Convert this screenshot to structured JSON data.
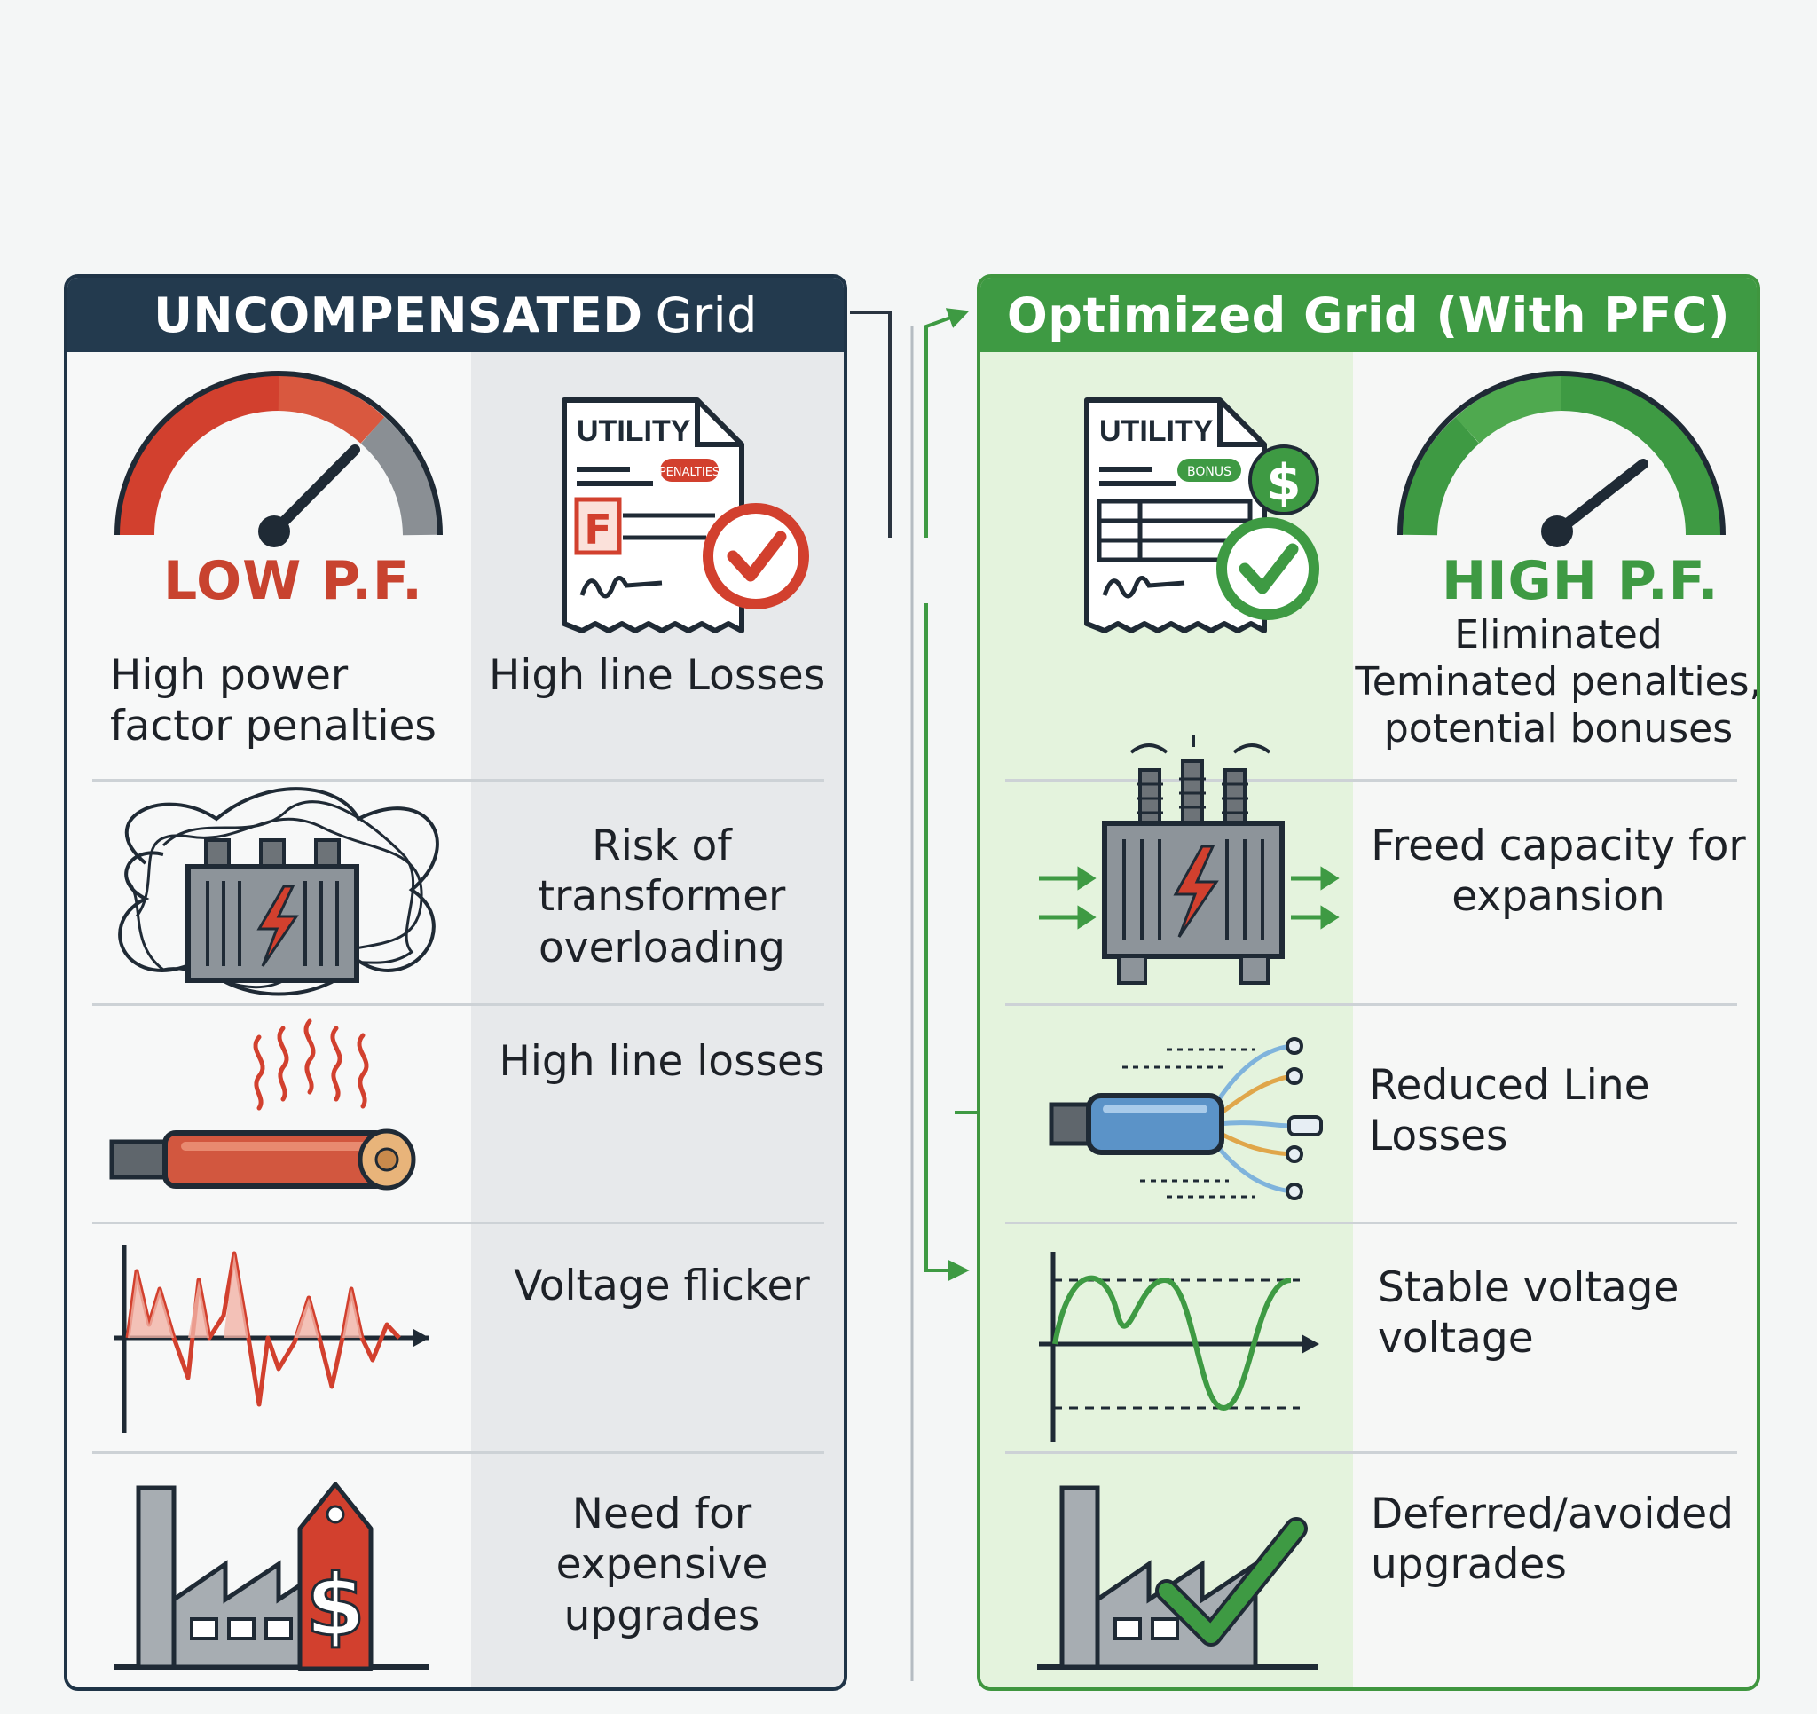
{
  "left": {
    "header_bold": "UNCOMPENSATED",
    "header_light": "Grid",
    "gauge_label": "LOW P.F.",
    "bill_heading": "UTILITY",
    "bill_grade": "F",
    "bill_tag": "PENALTIES",
    "rows": [
      {
        "a": "High power factor penalties",
        "b": "High line Losses"
      },
      {
        "b": "Risk of transformer overloading"
      },
      {
        "b": "High line losses"
      },
      {
        "b": "Voltage flicker"
      },
      {
        "b": "Need for expensive upgrades"
      }
    ],
    "colors": {
      "accent": "#d2402e",
      "header": "#233a4e"
    }
  },
  "right": {
    "header": "Optimized Grid (With PFC)",
    "gauge_label": "HIGH P.F.",
    "bill_heading": "UTILITY",
    "bill_tag": "BONUS",
    "rows": [
      {
        "b_line1": "Eliminated",
        "b_rest": "Teminated penalties, potential bonuses"
      },
      {
        "b": "Freed capacity for expansion"
      },
      {
        "b": "Reduced Line Losses"
      },
      {
        "b": "Stable voltage voltage"
      },
      {
        "b": "Deferred/avoided upgrades"
      }
    ],
    "colors": {
      "accent": "#3e9a43",
      "header": "#3e9a43"
    }
  }
}
